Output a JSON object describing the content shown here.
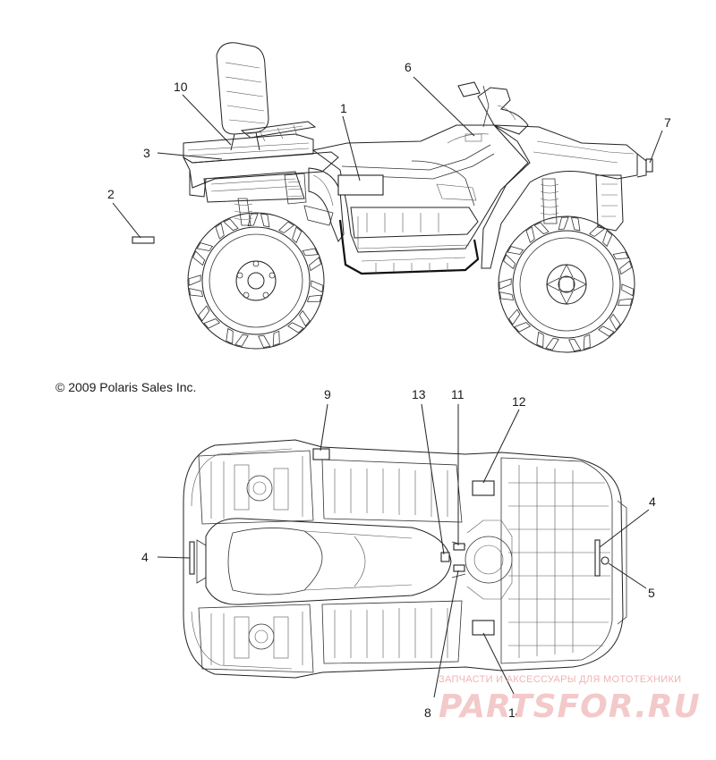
{
  "copyright": "© 2009 Polaris Sales Inc.",
  "watermark": {
    "subtitle": "ЗАПЧАСТИ И АКСЕССУАРЫ ДЛЯ МОТОТЕХНИКИ",
    "logo": "PARTSFOR.RU",
    "color": "#f3c9c9"
  },
  "callouts": {
    "c1": "1",
    "c2": "2",
    "c3": "3",
    "c6": "6",
    "c7": "7",
    "c10": "10",
    "c4_left": "4",
    "c4_right": "4",
    "c5": "5",
    "c8": "8",
    "c9": "9",
    "c11": "11",
    "c12": "12",
    "c13": "13",
    "c14": "14"
  }
}
